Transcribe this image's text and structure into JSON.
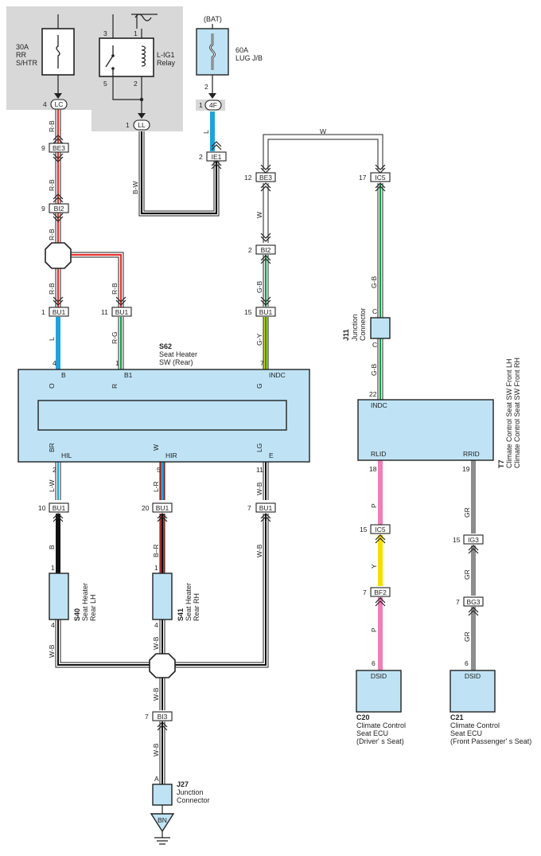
{
  "fuses": {
    "htr_rating": "30A",
    "htr_name1": "RR",
    "htr_name2": "S/HTR",
    "lug_bat": "(BAT)",
    "lug_rating": "60A",
    "lug_name": "LUG J/B"
  },
  "relay": {
    "name1": "L-IG1",
    "name2": "Relay",
    "p3": "3",
    "p1": "1",
    "p5": "5",
    "p2": "2"
  },
  "connectors": {
    "lc": "LC",
    "ll": "LL",
    "f4": "4F",
    "be3": "BE3",
    "ie1": "IE1",
    "bi2": "BI2",
    "bu1": "BU1",
    "ic5": "IC5",
    "bf2": "BF2",
    "ig3": "IG3",
    "bg3": "BG3",
    "bi3": "BI3",
    "bn": "BN"
  },
  "pins": {
    "p4": "4",
    "p1": "1",
    "p9": "9",
    "p2": "2",
    "p11": "11",
    "p12": "12",
    "p15": "15",
    "p17": "17",
    "p7": "7",
    "p22": "22",
    "p18": "18",
    "p19": "19",
    "p10": "10",
    "p5": "5",
    "p20": "20",
    "p6": "6",
    "pA": "A",
    "pC": "C"
  },
  "wires": {
    "rb": "R-B",
    "bw": "B-W",
    "l": "L",
    "w": "W",
    "gb": "G-B",
    "rg": "R-G",
    "gy": "G-Y",
    "o": "O",
    "r": "R",
    "g": "G",
    "br": "BR",
    "lg": "LG",
    "lw": "L-W",
    "lr": "L-R",
    "wb": "W-B",
    "b": "B",
    "p": "P",
    "y": "Y",
    "gr": "GR"
  },
  "s62": {
    "code": "S62",
    "name1": "Seat Heater",
    "name2": "SW (Rear)",
    "b": "B",
    "b1": "B1",
    "indc": "INDC",
    "hil": "HIL",
    "hir": "HIR",
    "e": "E"
  },
  "t7": {
    "code": "T7",
    "name1": "Climate Control Seat SW Front LH",
    "name2": "Climate Control Seat SW Front RH",
    "indc": "INDC",
    "rlid": "RLID",
    "rrid": "RRID"
  },
  "j11": {
    "code": "J11",
    "name1": "Junction",
    "name2": "Connector"
  },
  "s40": {
    "code": "S40",
    "name1": "Seat Heater",
    "name2": "Rear LH"
  },
  "s41": {
    "code": "S41",
    "name1": "Seat Heater",
    "name2": "Rear RH"
  },
  "c20": {
    "code": "C20",
    "pin": "DSID",
    "name1": "Climate Control",
    "name2": "Seat ECU",
    "name3": "(Driver' s Seat)"
  },
  "c21": {
    "code": "C21",
    "pin": "DSID",
    "name1": "Climate Control",
    "name2": "Seat ECU",
    "name3": "(Front Passenger' s Seat)"
  },
  "j27": {
    "code": "J27",
    "name1": "Junction",
    "name2": "Connector"
  },
  "colors": {
    "r": "#e8322e",
    "l": "#1fa3dc",
    "g": "#0a9b45",
    "y": "#f5de00",
    "p": "#ef7fb7",
    "gr": "#8d8d8d",
    "o": "#f39021",
    "br": "#a0522d",
    "lg": "#7cc67e",
    "b": "#111111"
  }
}
